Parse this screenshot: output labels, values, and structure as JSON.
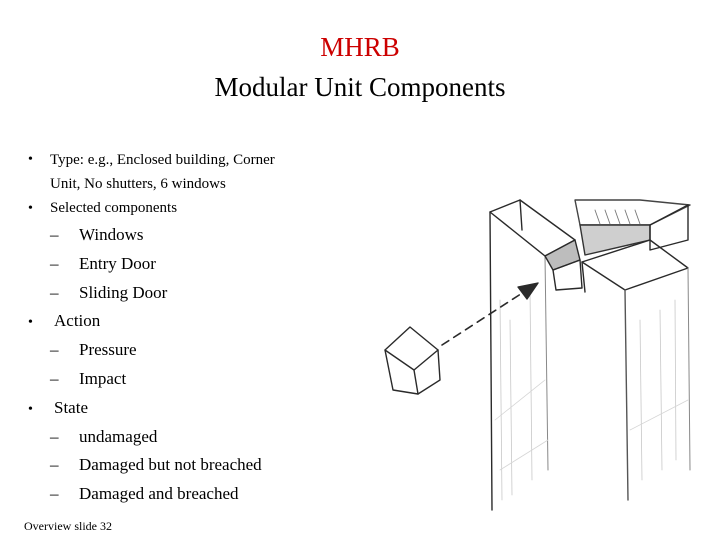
{
  "slide": {
    "title_line1": "MHRB",
    "title_line2": "Modular Unit Components",
    "title_accent_color": "#cc0000",
    "bullets": {
      "type_line1": "Type: e.g., Enclosed building, Corner",
      "type_line2": "Unit, No shutters, 6 windows",
      "selected": "Selected components",
      "selected_items": [
        "Windows",
        "Entry Door",
        "Sliding Door"
      ],
      "action": "Action",
      "action_items": [
        "Pressure",
        "Impact"
      ],
      "state": "State",
      "state_items": [
        "undamaged",
        "Damaged but not breached",
        "Damaged and breached"
      ]
    },
    "bullet_glyph": "•",
    "dash_glyph": "–",
    "footer": "Overview slide 32",
    "illustration_icon": "building-debris-impact-sketch"
  }
}
